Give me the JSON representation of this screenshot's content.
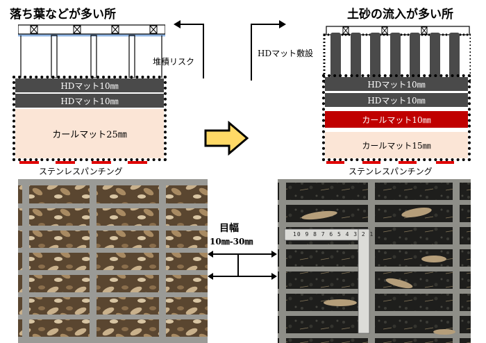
{
  "left_panel": {
    "title": "落ち葉などが多い所",
    "risk_label": "堆積リスク",
    "layers": [
      "HDマット10㎜",
      "HDマット10㎜",
      "カールマット25㎜"
    ],
    "bottom_label": "ステンレスパンチング"
  },
  "right_panel": {
    "title": "土砂の流入が多い所",
    "action_label": "HDマット敷設",
    "layers": [
      "HDマット10㎜",
      "HDマット10㎜",
      "カールマット10㎜",
      "カールマット15㎜"
    ],
    "bottom_label": "ステンレスパンチング"
  },
  "mesh_label": {
    "line1": "目幅",
    "line2": "10㎜-30㎜"
  },
  "ruler_label": "10 9 8 7 6 5 4 3 2 1",
  "colors": {
    "hd_mat": "#4a4a4a",
    "curl_mat": "#fbe5d6",
    "curl_mat_red": "#c00000",
    "arrow_fill": "#ffd966",
    "punching_marks": "#e00000",
    "water_line": "#8fb4e3"
  }
}
